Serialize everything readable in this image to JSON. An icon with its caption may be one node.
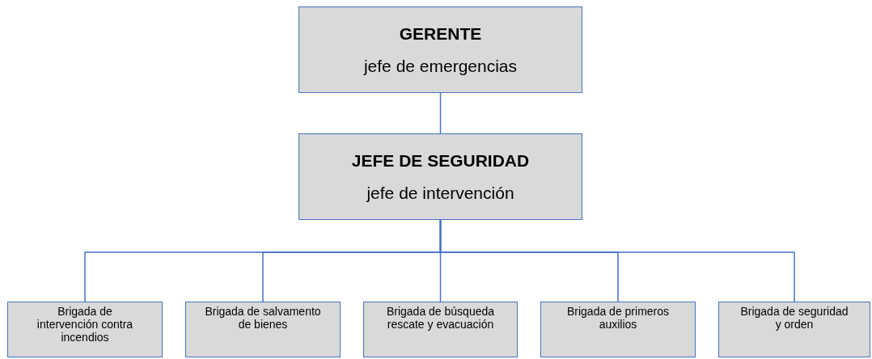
{
  "diagram": {
    "nodes": [
      {
        "text": [
          "GERENTE",
          "jefe de emergencias"
        ]
      },
      {
        "text": [
          "JEFE DE SEGURIDAD",
          "jefe de intervención"
        ]
      },
      {
        "text": [
          "Brigada de intervención contra incendios"
        ]
      },
      {
        "text": [
          "Brigada de salvamento de bienes"
        ]
      },
      {
        "text": [
          "Brigada de búsqueda rescate y evacuación"
        ]
      },
      {
        "text": [
          "Brigada de primeros auxilios"
        ]
      },
      {
        "text": [
          "Brigada de seguridad y orden"
        ]
      }
    ],
    "edges": [
      {
        "from": 0,
        "to": 1,
        "arrow": "none"
      },
      {
        "from": 1,
        "to": 2,
        "arrow": "none"
      },
      {
        "from": 1,
        "to": 3,
        "arrow": "none"
      },
      {
        "from": 1,
        "to": 4,
        "arrow": "none"
      },
      {
        "from": 1,
        "to": 5,
        "arrow": "none"
      },
      {
        "from": 1,
        "to": 6,
        "arrow": "none"
      }
    ]
  }
}
